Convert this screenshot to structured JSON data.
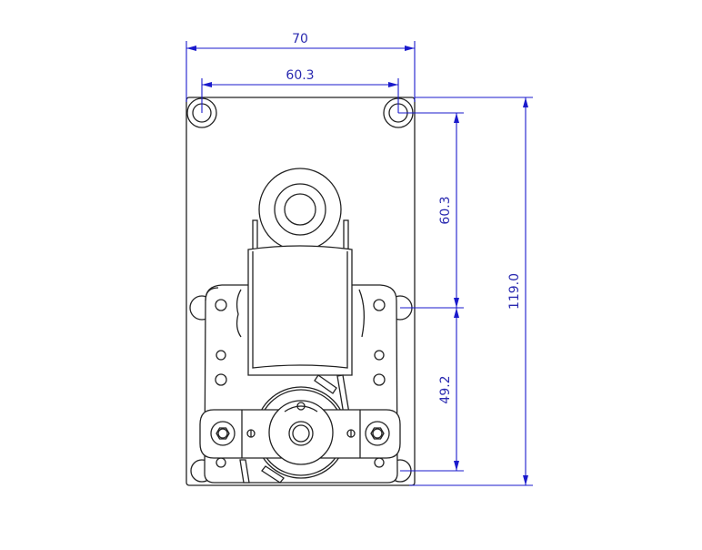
{
  "dimensions": {
    "overall_width": "70",
    "hole_spacing_horizontal": "60.3",
    "hole_spacing_vertical_upper": "60.3",
    "hole_spacing_vertical_lower": "49.2",
    "overall_height": "119.0"
  },
  "colors": {
    "dimension": "#1a1acc",
    "outline": "#222222"
  }
}
